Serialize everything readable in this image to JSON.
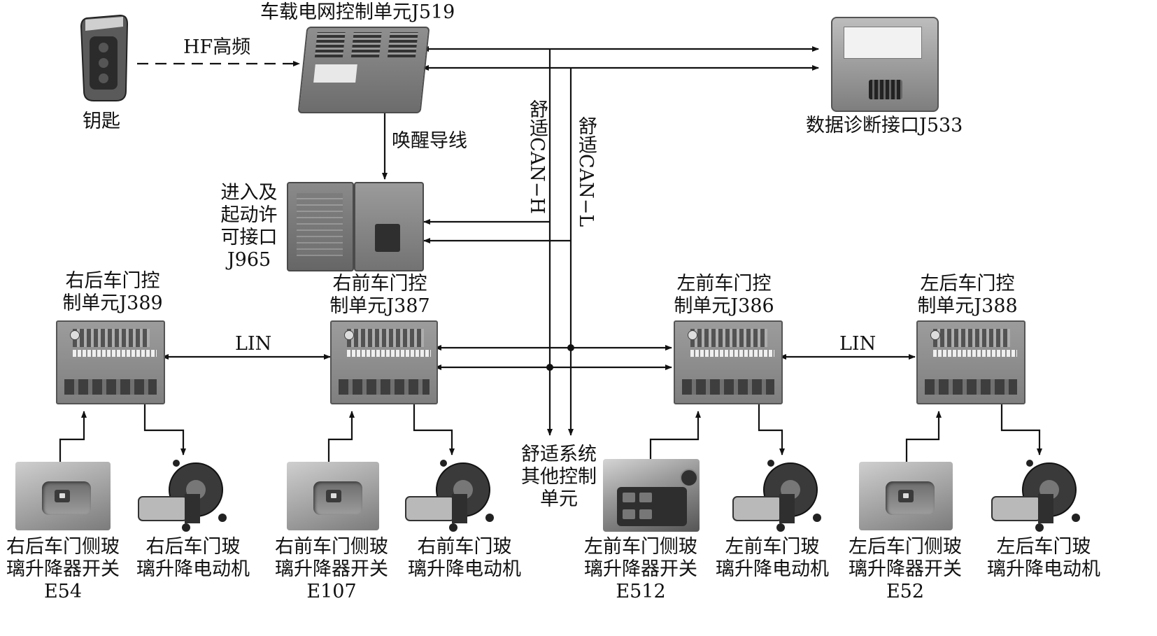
{
  "labels": {
    "bcm": "车载电网控制单元J519",
    "hf": "HF高频",
    "key": "钥匙",
    "gateway": "数据诊断接口J533",
    "wakeup": "唤醒导线",
    "can_h": "舒适CAN−H",
    "can_l": "舒适CAN−L",
    "kessy": [
      "进入及",
      "起动许",
      "可接口",
      "J965"
    ],
    "lin_left": "LIN",
    "lin_right": "LIN",
    "other_units": [
      "舒适系统",
      "其他控制",
      "单元"
    ]
  },
  "door_units": [
    {
      "id": "rr",
      "line1": "右后车门控",
      "line2": "制单元J389"
    },
    {
      "id": "rf",
      "line1": "右前车门控",
      "line2": "制单元J387"
    },
    {
      "id": "lf",
      "line1": "左前车门控",
      "line2": "制单元J386"
    },
    {
      "id": "lr",
      "line1": "左后车门控",
      "line2": "制单元J388"
    }
  ],
  "switches": [
    {
      "id": "e54",
      "line1": "右后车门侧玻",
      "line2": "璃升降器开关",
      "code": "E54"
    },
    {
      "id": "e107",
      "line1": "右前车门侧玻",
      "line2": "璃升降器开关",
      "code": "E107"
    },
    {
      "id": "e512",
      "line1": "左前车门侧玻",
      "line2": "璃升降器开关",
      "code": "E512"
    },
    {
      "id": "e52",
      "line1": "左后车门侧玻",
      "line2": "璃升降器开关",
      "code": "E52"
    }
  ],
  "motors": [
    {
      "id": "rr",
      "line1": "右后车门玻",
      "line2": "璃升降电动机"
    },
    {
      "id": "rf",
      "line1": "右前车门玻",
      "line2": "璃升降电动机"
    },
    {
      "id": "lf",
      "line1": "左前车门玻",
      "line2": "璃升降电动机"
    },
    {
      "id": "lr",
      "line1": "左后车门玻",
      "line2": "璃升降电动机"
    }
  ]
}
